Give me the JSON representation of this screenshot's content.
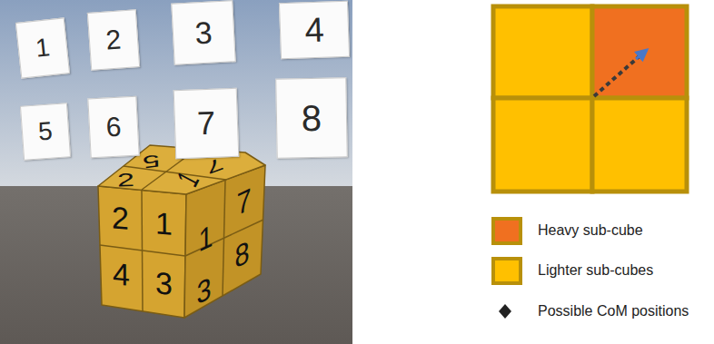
{
  "diagram": {
    "nodes": [
      {
        "text": [
          "1"
        ]
      },
      {
        "text": [
          "2"
        ]
      },
      {
        "text": [
          "3"
        ]
      },
      {
        "text": [
          "4"
        ]
      },
      {
        "text": [
          "5"
        ]
      },
      {
        "text": [
          "6"
        ]
      },
      {
        "text": [
          "7"
        ]
      },
      {
        "text": [
          "8"
        ]
      }
    ],
    "labels": [
      "5",
      "7",
      "2",
      "1",
      "2",
      "1",
      "4",
      "3",
      "1",
      "7",
      "3",
      "8"
    ],
    "legend": [
      {
        "text": "Heavy sub-cube",
        "color": "#f07020"
      },
      {
        "text": "Lighter sub-cubes",
        "color": "#ffc000"
      },
      {
        "text": "Possible CoM positions"
      }
    ]
  }
}
